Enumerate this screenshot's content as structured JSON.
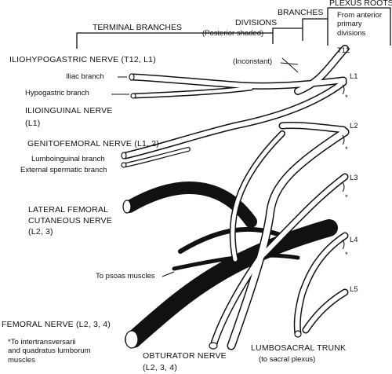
{
  "headers": {
    "plexus_roots": "PLEXUS ROOTS",
    "plexus_roots_sub": "From anterior\nprimary\ndivisions",
    "branches": "BRANCHES",
    "divisions": "DIVISIONS",
    "divisions_sub": "(Posterior shaded)",
    "terminal_branches": "TERMINAL BRANCHES"
  },
  "roots": [
    "T12",
    "L1",
    "L2",
    "L3",
    "L4",
    "L5"
  ],
  "root_asterisk": "*",
  "nerves": {
    "iliohypogastric": "ILIOHYPOGASTRIC NERVE (T12, L1)",
    "iliac_branch": "Iliac branch",
    "hypogastric_branch": "Hypogastric branch",
    "inconstant": "(Inconstant)",
    "ilioinguinal": "ILIOINGUINAL NERVE",
    "ilioinguinal_roots": "(L1)",
    "genitofemoral": "GENITOFEMORAL NERVE (L1, 2)",
    "lumboinguinal_branch": "Lumboinguinal branch",
    "external_spermatic_branch": "External spermatic branch",
    "lateral_femoral_1": "LATERAL FEMORAL",
    "lateral_femoral_2": "CUTANEOUS NERVE",
    "lateral_femoral_roots": "(L2, 3)",
    "psoas": "To psoas muscles",
    "femoral": "FEMORAL NERVE (L2, 3, 4)",
    "footnote": "*To intertransversarii\nand quadratus lumborum\nmuscles",
    "obturator": "OBTURATOR  NERVE",
    "obturator_roots": "(L2, 3, 4)",
    "lumbosacral": "LUMBOSACRAL  TRUNK",
    "lumbosacral_sub": "(to sacral plexus)"
  }
}
